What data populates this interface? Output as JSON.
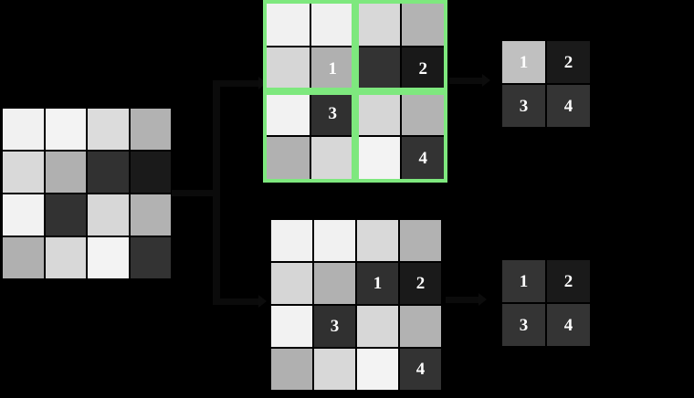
{
  "figure": {
    "background": "#000000",
    "accent_green": "#7ee87e",
    "number_color": "#ffffff"
  },
  "input_grid": {
    "name": "input-feature-map",
    "rows": 4,
    "cols": 4,
    "cells": [
      [
        {
          "label": "",
          "color": "#f1f1f1"
        },
        {
          "label": "",
          "color": "#f3f3f3"
        },
        {
          "label": "",
          "color": "#dcdcdc"
        },
        {
          "label": "",
          "color": "#b2b2b2"
        }
      ],
      [
        {
          "label": "",
          "color": "#d9d9d9"
        },
        {
          "label": "",
          "color": "#b0b0b0"
        },
        {
          "label": "",
          "color": "#313131"
        },
        {
          "label": "",
          "color": "#1a1a1a"
        }
      ],
      [
        {
          "label": "",
          "color": "#f2f2f2"
        },
        {
          "label": "",
          "color": "#323232"
        },
        {
          "label": "",
          "color": "#d7d7d7"
        },
        {
          "label": "",
          "color": "#b2b2b2"
        }
      ],
      [
        {
          "label": "",
          "color": "#b0b0b0"
        },
        {
          "label": "",
          "color": "#d8d8d8"
        },
        {
          "label": "",
          "color": "#f3f3f3"
        },
        {
          "label": "",
          "color": "#333333"
        }
      ]
    ]
  },
  "top_grid": {
    "name": "top-pooling-grid",
    "outlined": true,
    "outline_color": "#7ee87e",
    "rows": 4,
    "cols": 4,
    "cells": [
      [
        {
          "label": "",
          "color": "#f1f1f1"
        },
        {
          "label": "",
          "color": "#f0f0f0"
        },
        {
          "label": "",
          "color": "#d8d8d8"
        },
        {
          "label": "",
          "color": "#b3b3b3"
        }
      ],
      [
        {
          "label": "",
          "color": "#d6d6d6"
        },
        {
          "label": "1",
          "color": "#b0b0b0"
        },
        {
          "label": "",
          "color": "#333333"
        },
        {
          "label": "2",
          "color": "#191919"
        }
      ],
      [
        {
          "label": "",
          "color": "#f2f2f2"
        },
        {
          "label": "3",
          "color": "#303030"
        },
        {
          "label": "",
          "color": "#d6d6d6"
        },
        {
          "label": "",
          "color": "#b3b3b3"
        }
      ],
      [
        {
          "label": "",
          "color": "#b1b1b1"
        },
        {
          "label": "",
          "color": "#d7d7d7"
        },
        {
          "label": "",
          "color": "#f3f3f3"
        },
        {
          "label": "4",
          "color": "#333333"
        }
      ]
    ],
    "quadrants": [
      "quadrant-top-left",
      "quadrant-top-right",
      "quadrant-bottom-left",
      "quadrant-bottom-right"
    ]
  },
  "bottom_grid": {
    "name": "bottom-pooling-grid",
    "outlined": false,
    "rows": 4,
    "cols": 4,
    "cells": [
      [
        {
          "label": "",
          "color": "#f1f1f1"
        },
        {
          "label": "",
          "color": "#f1f1f1"
        },
        {
          "label": "",
          "color": "#d9d9d9"
        },
        {
          "label": "",
          "color": "#b2b2b2"
        }
      ],
      [
        {
          "label": "",
          "color": "#d6d6d6"
        },
        {
          "label": "",
          "color": "#b1b1b1"
        },
        {
          "label": "1",
          "color": "#303030"
        },
        {
          "label": "2",
          "color": "#1a1a1a"
        }
      ],
      [
        {
          "label": "",
          "color": "#f2f2f2"
        },
        {
          "label": "3",
          "color": "#303030"
        },
        {
          "label": "",
          "color": "#d7d7d7"
        },
        {
          "label": "",
          "color": "#b2b2b2"
        }
      ],
      [
        {
          "label": "",
          "color": "#b0b0b0"
        },
        {
          "label": "",
          "color": "#d8d8d8"
        },
        {
          "label": "",
          "color": "#f3f3f3"
        },
        {
          "label": "4",
          "color": "#333333"
        }
      ]
    ]
  },
  "output_top": {
    "name": "top-output-grid",
    "rows": 2,
    "cols": 2,
    "cells": [
      [
        {
          "label": "1",
          "color": "#c0c0c0"
        },
        {
          "label": "2",
          "color": "#1a1a1a"
        }
      ],
      [
        {
          "label": "3",
          "color": "#343434"
        },
        {
          "label": "4",
          "color": "#343434"
        }
      ]
    ]
  },
  "output_bottom": {
    "name": "bottom-output-grid",
    "rows": 2,
    "cols": 2,
    "cells": [
      [
        {
          "label": "1",
          "color": "#343434"
        },
        {
          "label": "2",
          "color": "#1a1a1a"
        }
      ],
      [
        {
          "label": "3",
          "color": "#343434"
        },
        {
          "label": "4",
          "color": "#343434"
        }
      ]
    ]
  },
  "connectors": [
    {
      "name": "input-to-branch",
      "kind": "line"
    },
    {
      "name": "branch-to-top-grid",
      "kind": "arrow"
    },
    {
      "name": "branch-to-bottom-grid",
      "kind": "arrow"
    },
    {
      "name": "top-grid-to-top-output",
      "kind": "arrow"
    },
    {
      "name": "bottom-grid-to-bottom-output",
      "kind": "arrow"
    }
  ]
}
